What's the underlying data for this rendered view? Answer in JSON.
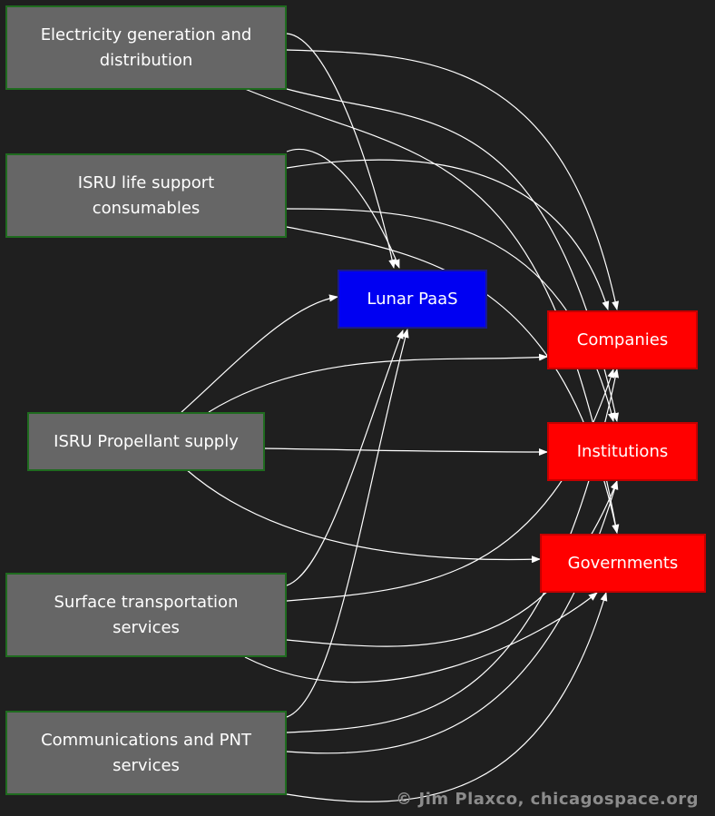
{
  "nodes": {
    "electricity": "Electricity generation and distribution",
    "isru_life_support": "ISRU life support consumables",
    "lunar_paas": "Lunar PaaS",
    "companies": "Companies",
    "isru_propellant": "ISRU Propellant supply",
    "institutions": "Institutions",
    "governments": "Governments",
    "surface_transport": "Surface transportation services",
    "communications": "Communications and PNT services"
  },
  "colors": {
    "background": "#1f1f1f",
    "source_fill": "#666666",
    "source_border": "#1f6b1f",
    "hub_fill": "#0000f2",
    "target_fill": "#ff0000",
    "edge": "#ffffff"
  },
  "credit": "© Jim Plaxco, chicagospace.org"
}
